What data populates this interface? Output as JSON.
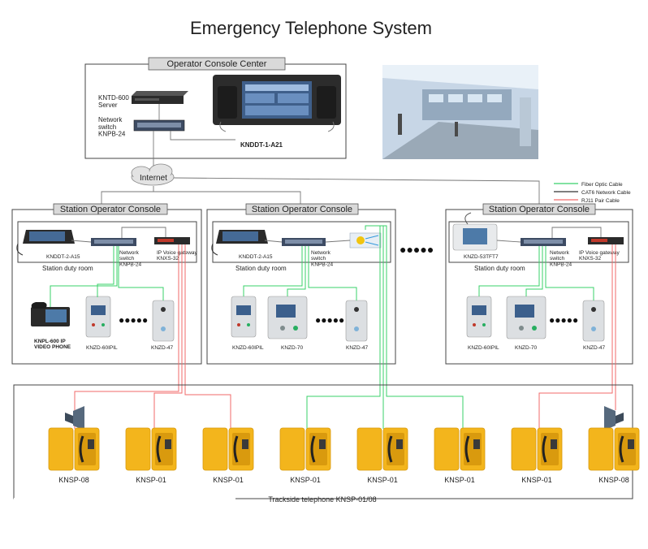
{
  "title": "Emergency Telephone System",
  "operator_center": {
    "header": "Operator Console Center",
    "server_label": "KNTD-600\nServer",
    "switch_label": "Network\nswitch\nKNPB-24",
    "console_label": "KNDDT-1-A21"
  },
  "internet_label": "Internet",
  "legend": {
    "fiber": "Fiber Optic Cable",
    "cat6": "CAT6  Network  Cable",
    "rj11": "RJ11 Pair Cable",
    "colors": {
      "fiber": "#38d06a",
      "cat6": "#333333",
      "rj11": "#f06a6a"
    }
  },
  "stations": [
    {
      "header": "Station Operator Console",
      "console_model": "KNDDT-2-A15",
      "switch_label": "Network\nswitch\nKNPB-24",
      "gateway_label": "IP Voice gateway\nKNXS-32",
      "room_label": "Station duty room",
      "devices": [
        "KNPL-600 IP\nVIDEO PHONE",
        "KNZD-60IPIL",
        "KNZD-47"
      ]
    },
    {
      "header": "Station Operator Console",
      "console_model": "KNDDT-2-A15",
      "switch_label": "Network\nswitch\nKNPB-24",
      "room_label": "Station duty room",
      "devices": [
        "KNZD-60IPIL",
        "KNZD-70",
        "KNZD-47"
      ]
    },
    {
      "header": "Station Operator Console",
      "console_model": "KNZD-53TFT7",
      "switch_label": "Network\nswitch\nKNPB-24",
      "gateway_label": "IP Voice gateway\nKNXS-32",
      "room_label": "Station duty room",
      "devices": [
        "KNZD-60IPIL",
        "KNZD-70",
        "KNZD-47"
      ]
    }
  ],
  "trackside": {
    "caption": "Trackside telephone KNSP-01/08",
    "phones": [
      "KNSP-08",
      "KNSP-01",
      "KNSP-01",
      "KNSP-01",
      "KNSP-01",
      "KNSP-01",
      "KNSP-01",
      "KNSP-08"
    ]
  },
  "colors": {
    "cabinet": "#f3b51c",
    "cabinet_dark": "#d99a0e",
    "tab": "#d9d9d9"
  }
}
